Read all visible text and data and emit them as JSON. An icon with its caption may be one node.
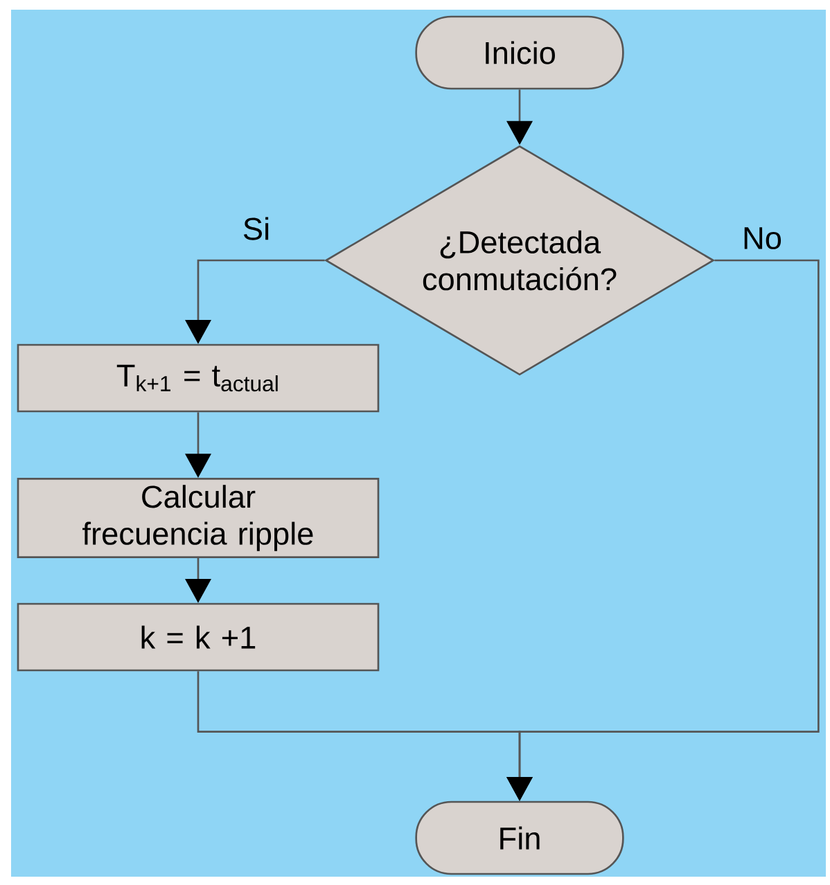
{
  "diagram": {
    "nodes": [
      {
        "text": [
          "Inicio"
        ]
      },
      {
        "text": [
          "¿Detectada conmutación?"
        ]
      },
      {
        "text": [
          "T$_{k+1}$ = t$_{actual}$"
        ]
      },
      {
        "text": [
          "Calcular frecuencia ripple"
        ]
      },
      {
        "text": [
          "k = k +1"
        ]
      },
      {
        "text": [
          "Fin"
        ]
      }
    ],
    "edges": [
      {
        "from": 0,
        "to": 1,
        "arrow": "to"
      },
      {
        "from": 1,
        "to": 2,
        "arrow": "to",
        "label": "Si"
      },
      {
        "from": 2,
        "to": 3,
        "arrow": "to"
      },
      {
        "from": 3,
        "to": 4,
        "arrow": "to"
      },
      {
        "from": 4,
        "to": 5,
        "arrow": "to"
      },
      {
        "from": 1,
        "to": 5,
        "arrow": "to",
        "label": "No"
      }
    ]
  }
}
